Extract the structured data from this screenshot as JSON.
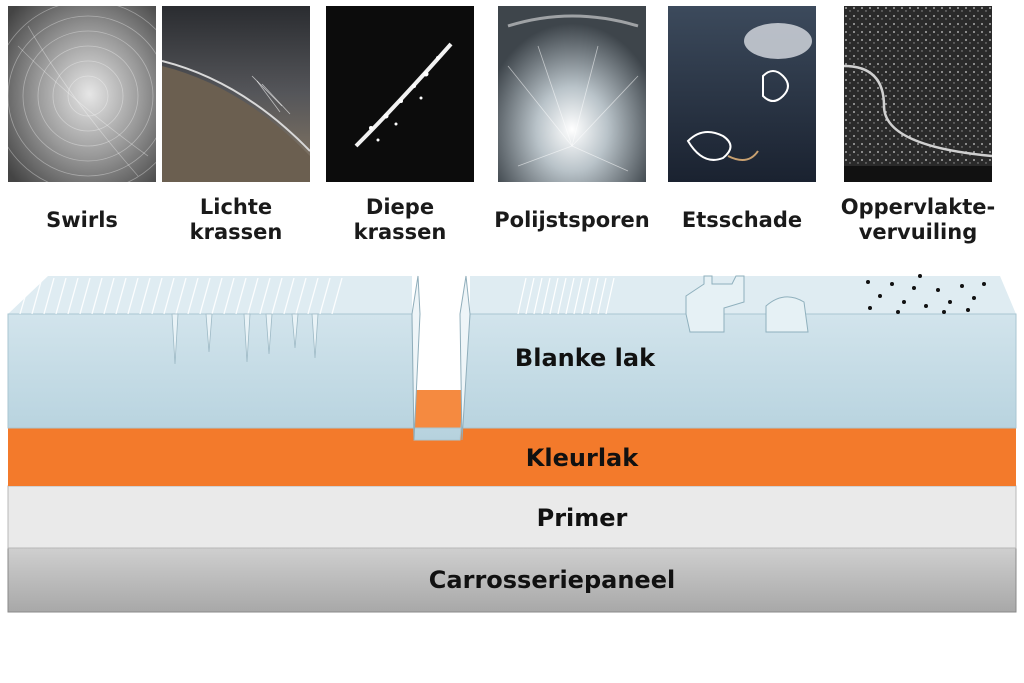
{
  "damage_types": [
    {
      "label": "Swirls",
      "icon": "swirl-scratches-photo"
    },
    {
      "label": "Lichte\nkrassen",
      "icon": "light-scratches-photo"
    },
    {
      "label": "Diepe\nkrassen",
      "icon": "deep-scratch-photo"
    },
    {
      "label": "Polijstsporen",
      "icon": "polish-marks-photo"
    },
    {
      "label": "Etsschade",
      "icon": "etching-photo"
    },
    {
      "label": "Oppervlakte-\nvervuiling",
      "icon": "surface-contamination-photo"
    }
  ],
  "layers": {
    "clear_coat": "Blanke lak",
    "base_coat": "Kleurlak",
    "primer": "Primer",
    "panel": "Carrosseriepaneel"
  },
  "colors": {
    "clear_coat": "#bcd7e3",
    "base_coat": "#f37a2b",
    "primer": "#e8e8e8",
    "panel": "#b9b9b9"
  }
}
